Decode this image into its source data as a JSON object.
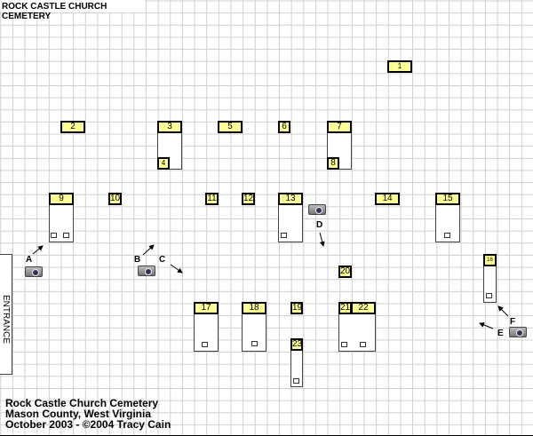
{
  "title": "ROCK CASTLE CHURCH CEMETERY",
  "graves": [
    "1",
    "2",
    "3",
    "4",
    "5",
    "6",
    "7",
    "8",
    "9",
    "10",
    "11",
    "12",
    "13",
    "14",
    "15",
    "16",
    "17",
    "18",
    "19",
    "20",
    "21",
    "22",
    "23"
  ],
  "camera_labels": {
    "a": "A",
    "b": "B",
    "c": "C",
    "d": "D",
    "e": "E",
    "f": "F"
  },
  "entrance_label": "ENTRANCE",
  "footer": [
    "Rock Castle Church Cemetery",
    "Mason County, West Virginia",
    "October 2003 - ©2004 Tracy Cain"
  ],
  "colors": {
    "label_fill": "#ffff99",
    "grid": "#cfcfcf"
  }
}
